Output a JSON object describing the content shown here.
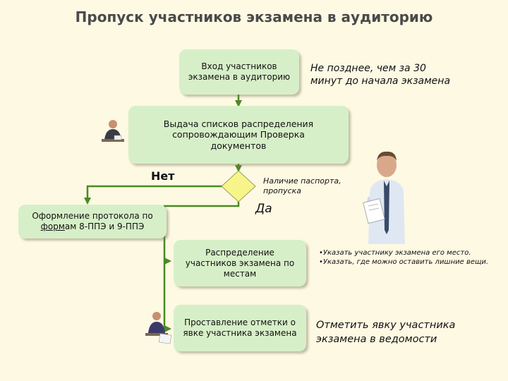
{
  "title": "Пропуск участников экзамена в аудиторию",
  "boxes": {
    "entry": "Вход участников экзамена в аудиторию",
    "issue": "Выдача списков распределения сопровождающим Проверка документов",
    "protocol_pre": "Оформление протокола по ",
    "protocol_link": "форм",
    "protocol_post": "ам 8-ППЭ и 9-ППЭ",
    "distribute": "Распределение участников экзамена по местам",
    "mark": "Проставление отметки о явке участника экзамена"
  },
  "notes": {
    "time": "Не позднее, чем за 30 минут до начала экзамена",
    "no": "Нет",
    "yes": "Да",
    "passport": "Наличие паспорта, пропуска",
    "seat_tips": "•Указать участнику экзамена его место.\n•Указать, где можно оставить лишние вещи.",
    "attendance": "Отметить явку участника экзамена в ведомости"
  },
  "colors": {
    "box": "#d7efc8",
    "line": "#4a8a22",
    "background": "#fdf9e3",
    "diamond": "#f7f58a"
  }
}
